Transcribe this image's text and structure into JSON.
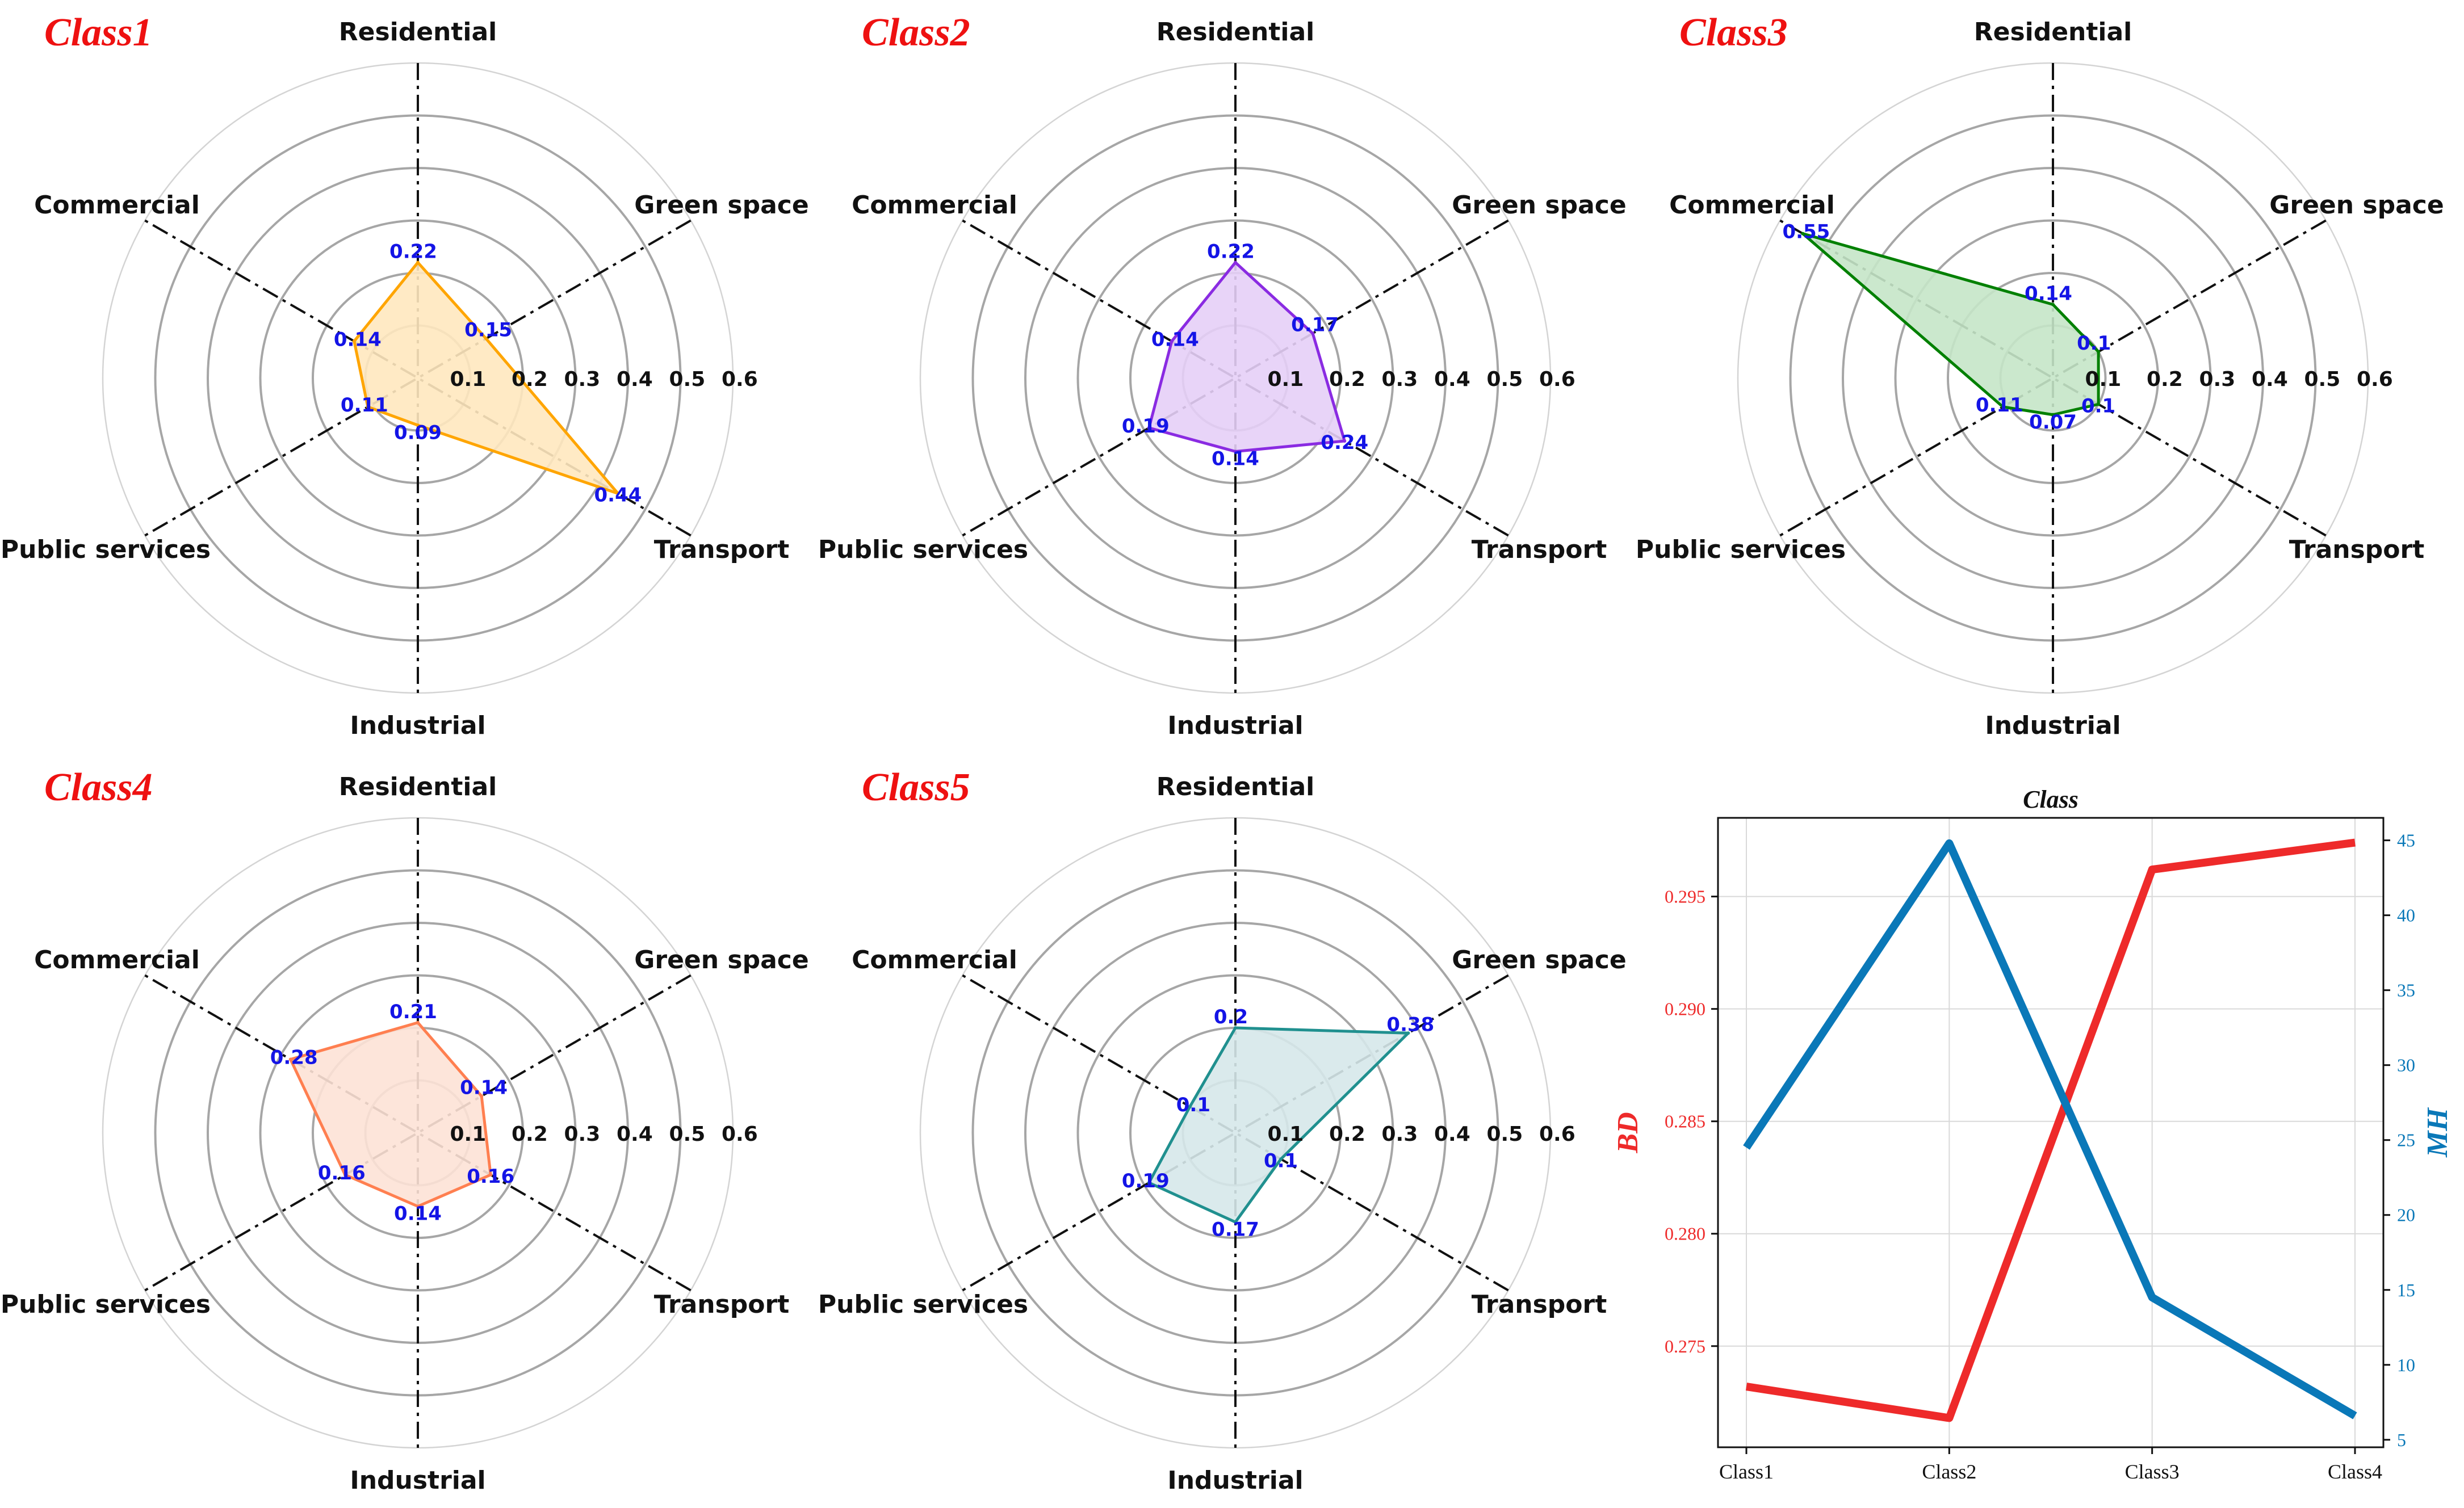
{
  "chart_data": [
    {
      "type": "radar",
      "title": "Class1",
      "axes": [
        "Residential",
        "Green space",
        "Transport",
        "Industrial",
        "Public services",
        "Commercial"
      ],
      "values": [
        0.22,
        0.15,
        0.44,
        0.09,
        0.11,
        0.14
      ],
      "value_labels": [
        "0.22",
        "0.15",
        "0.44",
        "0.09",
        "0.11",
        "0.14"
      ],
      "rlim": [
        0,
        0.6
      ],
      "rticks": [
        "0.1",
        "0.2",
        "0.3",
        "0.4",
        "0.5",
        "0.6"
      ],
      "color": "#FFA500",
      "fill": "#FFE8BF"
    },
    {
      "type": "radar",
      "title": "Class2",
      "axes": [
        "Residential",
        "Green space",
        "Transport",
        "Industrial",
        "Public services",
        "Commercial"
      ],
      "values": [
        0.22,
        0.17,
        0.24,
        0.14,
        0.19,
        0.14
      ],
      "value_labels": [
        "0.22",
        "0.17",
        "0.24",
        "0.14",
        "0.19",
        "0.14"
      ],
      "rlim": [
        0,
        0.6
      ],
      "rticks": [
        "0.1",
        "0.2",
        "0.3",
        "0.4",
        "0.5",
        "0.6"
      ],
      "color": "#8A2BE2",
      "fill": "#E6CFF7"
    },
    {
      "type": "radar",
      "title": "Class3",
      "axes": [
        "Residential",
        "Green space",
        "Transport",
        "Industrial",
        "Public services",
        "Commercial"
      ],
      "values": [
        0.14,
        0.1,
        0.1,
        0.07,
        0.11,
        0.55
      ],
      "value_labels": [
        "0.14",
        "0.1",
        "0.1",
        "0.07",
        "0.11",
        "0.55"
      ],
      "rlim": [
        0,
        0.6
      ],
      "rticks": [
        "0.1",
        "0.2",
        "0.3",
        "0.4",
        "0.5",
        "0.6"
      ],
      "color": "#008000",
      "fill": "#C5E6C8"
    },
    {
      "type": "radar",
      "title": "Class4",
      "axes": [
        "Residential",
        "Green space",
        "Transport",
        "Industrial",
        "Public services",
        "Commercial"
      ],
      "values": [
        0.21,
        0.14,
        0.16,
        0.14,
        0.16,
        0.28
      ],
      "value_labels": [
        "0.21",
        "0.14",
        "0.16",
        "0.14",
        "0.16",
        "0.28"
      ],
      "rlim": [
        0,
        0.6
      ],
      "rticks": [
        "0.1",
        "0.2",
        "0.3",
        "0.4",
        "0.5",
        "0.6"
      ],
      "color": "#FF7F50",
      "fill": "#FDE2D6"
    },
    {
      "type": "radar",
      "title": "Class5",
      "axes": [
        "Residential",
        "Green space",
        "Transport",
        "Industrial",
        "Public services",
        "Commercial"
      ],
      "values": [
        0.2,
        0.38,
        0.1,
        0.17,
        0.19,
        0.1
      ],
      "value_labels": [
        "0.2",
        "0.38",
        "0.1",
        "0.17",
        "0.19",
        "0.1"
      ],
      "rlim": [
        0,
        0.6
      ],
      "rticks": [
        "0.1",
        "0.2",
        "0.3",
        "0.4",
        "0.5",
        "0.6"
      ],
      "color": "#20908F",
      "fill": "#D6E8EA"
    },
    {
      "type": "line",
      "title": "Class",
      "categories": [
        "Class1",
        "Class2",
        "Class3",
        "Class4"
      ],
      "series": [
        {
          "name": "BD",
          "axis": "left",
          "values": [
            0.2732,
            0.2718,
            0.2962,
            0.2974
          ],
          "color": "#EE2A2A"
        },
        {
          "name": "MH",
          "axis": "right",
          "values": [
            24.5,
            44.8,
            14.5,
            6.6
          ],
          "color": "#0A78B8"
        }
      ],
      "ylabel_left": "BD",
      "ylabel_right": "MH",
      "ylim_left": [
        0.2705,
        0.2985
      ],
      "ylim_right": [
        4.5,
        46.5
      ],
      "yticks_left": [
        "0.275",
        "0.280",
        "0.285",
        "0.290",
        "0.295"
      ],
      "ytick_values_left": [
        0.275,
        0.28,
        0.285,
        0.29,
        0.295
      ],
      "yticks_right": [
        "5",
        "10",
        "15",
        "20",
        "25",
        "30",
        "35",
        "40",
        "45"
      ],
      "ytick_values_right": [
        5,
        10,
        15,
        20,
        25,
        30,
        35,
        40,
        45
      ],
      "grid": true
    }
  ],
  "colors": {
    "class_title": "#EE1111",
    "value_label": "#1414E6",
    "bd_axis": "#EE2A2A",
    "mh_axis": "#0A78B8"
  }
}
